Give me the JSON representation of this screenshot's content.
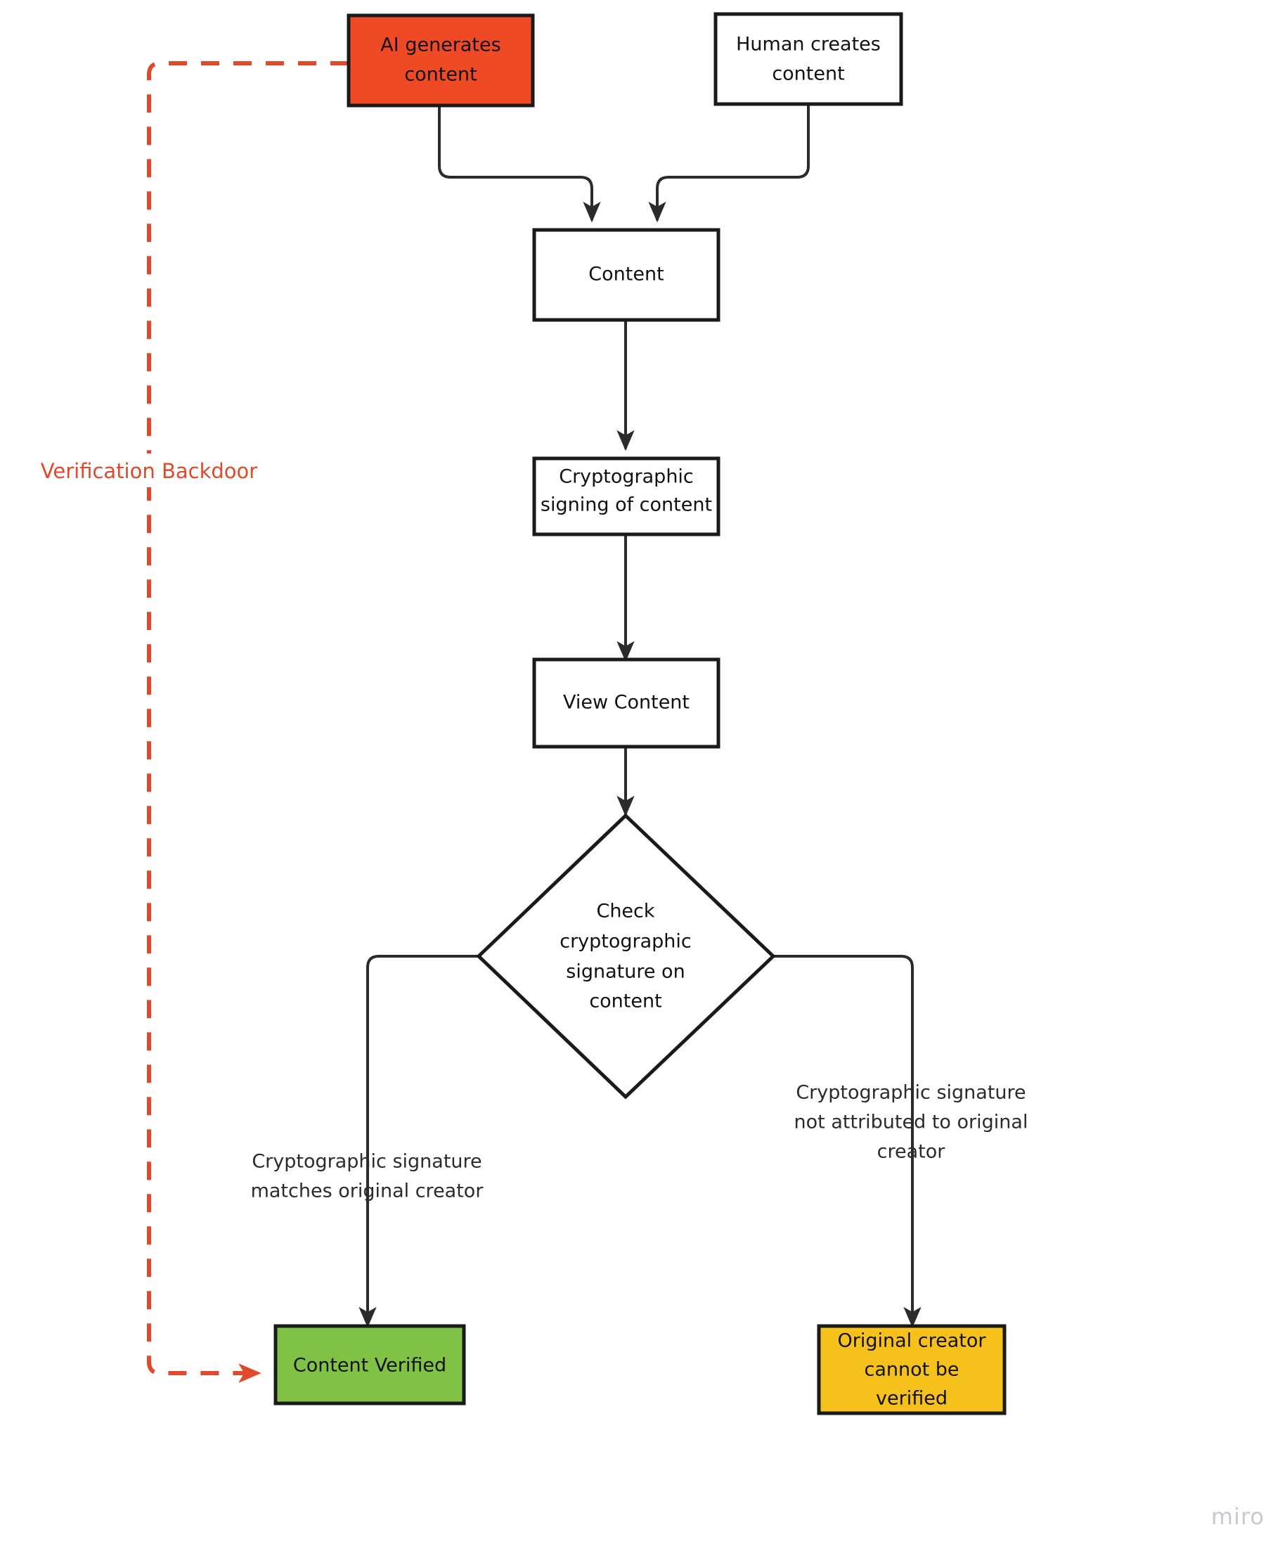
{
  "diagram": {
    "type": "flowchart",
    "title": "Content verification flow with AI backdoor",
    "watermark": "miro",
    "colors": {
      "ai_node_fill": "#EF4A25",
      "verified_node_fill": "#7FC246",
      "unverified_node_fill": "#F5C11A",
      "default_node_fill": "#FFFFFF",
      "node_stroke": "#1A1A1A",
      "edge_stroke": "#2B2B2B",
      "backdoor_stroke": "#E04A2A",
      "watermark_color": "#C9C9D4"
    },
    "nodes": [
      {
        "id": "ai_generates",
        "label_line1": "AI generates",
        "label_line2": "content",
        "shape": "rect",
        "fill": "red"
      },
      {
        "id": "human_creates",
        "label_line1": "Human creates",
        "label_line2": "content",
        "shape": "rect",
        "fill": "white"
      },
      {
        "id": "content",
        "label_line1": "Content",
        "label_line2": "",
        "shape": "rect",
        "fill": "white"
      },
      {
        "id": "crypto_signing",
        "label_line1": "Cryptographic",
        "label_line2": "signing of content",
        "shape": "rect",
        "fill": "white"
      },
      {
        "id": "view_content",
        "label_line1": "View Content",
        "label_line2": "",
        "shape": "rect",
        "fill": "white"
      },
      {
        "id": "check_sig",
        "label_line1": "Check",
        "label_line2": "cryptographic",
        "label_line3": "signature on",
        "label_line4": "content",
        "shape": "diamond",
        "fill": "white"
      },
      {
        "id": "content_verified",
        "label_line1": "Content Verified",
        "label_line2": "",
        "shape": "rect",
        "fill": "green"
      },
      {
        "id": "cannot_verify",
        "label_line1": "Original creator",
        "label_line2": "cannot be",
        "label_line3": "verified",
        "shape": "rect",
        "fill": "yellow"
      }
    ],
    "edge_labels": {
      "match_line1": "Cryptographic signature",
      "match_line2": "matches original creator",
      "nomatch_line1": "Cryptographic signature",
      "nomatch_line2": "not attributed to original",
      "nomatch_line3": "creator",
      "backdoor": "Verification Backdoor"
    },
    "edges": [
      {
        "from": "ai_generates",
        "to": "content",
        "style": "solid"
      },
      {
        "from": "human_creates",
        "to": "content",
        "style": "solid"
      },
      {
        "from": "content",
        "to": "crypto_signing",
        "style": "solid"
      },
      {
        "from": "crypto_signing",
        "to": "view_content",
        "style": "solid"
      },
      {
        "from": "view_content",
        "to": "check_sig",
        "style": "solid"
      },
      {
        "from": "check_sig",
        "to": "content_verified",
        "style": "solid",
        "label": "match"
      },
      {
        "from": "check_sig",
        "to": "cannot_verify",
        "style": "solid",
        "label": "nomatch"
      },
      {
        "from": "ai_generates",
        "to": "content_verified",
        "style": "dashed",
        "label": "backdoor"
      }
    ]
  }
}
